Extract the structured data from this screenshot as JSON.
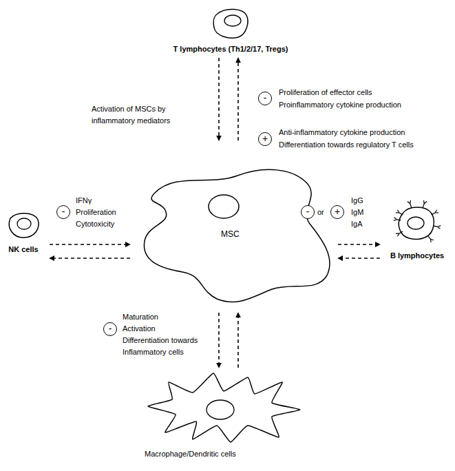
{
  "diagram": {
    "nodes": [
      {
        "text": [
          "T lymphocytes (Th1/2/17, Tregs)"
        ]
      },
      {
        "text": [
          "-"
        ]
      },
      {
        "text": [
          "+"
        ]
      },
      {
        "text": [
          "NK cells"
        ]
      },
      {
        "text": [
          "-"
        ]
      },
      {
        "text": [
          "MSC"
        ]
      },
      {
        "text": [
          "-"
        ]
      },
      {
        "text": [
          "+"
        ]
      },
      {
        "text": [
          "B lymphocytes"
        ]
      },
      {
        "text": [
          "-"
        ]
      },
      {
        "text": [
          "Macrophage/Dendritic cells"
        ]
      }
    ],
    "edges": [
      {
        "from": 0,
        "to": 5,
        "arrow": "to"
      },
      {
        "from": 5,
        "to": 0,
        "arrow": "to"
      },
      {
        "from": 3,
        "to": 5,
        "arrow": "to"
      },
      {
        "from": 5,
        "to": 3,
        "arrow": "to"
      },
      {
        "from": 5,
        "to": 8,
        "arrow": "to"
      },
      {
        "from": 8,
        "to": 5,
        "arrow": "to"
      },
      {
        "from": 5,
        "to": 10,
        "arrow": "to"
      },
      {
        "from": 10,
        "to": 5,
        "arrow": "to"
      }
    ],
    "labels": [
      "Activation of MSCs by inflammatory mediators",
      "Proliferation of effector cells",
      "Proinflammatory cytokine production",
      "Anti-inflammatory cytokine production",
      "Differentiation towards regulatory T cells",
      "IFNγ",
      "Proliferation",
      "Cytotoxicity",
      "or",
      "IgG",
      "IgM",
      "IgA",
      "Maturation",
      "Activation",
      "Differentiation towards Inflammatory cells"
    ]
  }
}
